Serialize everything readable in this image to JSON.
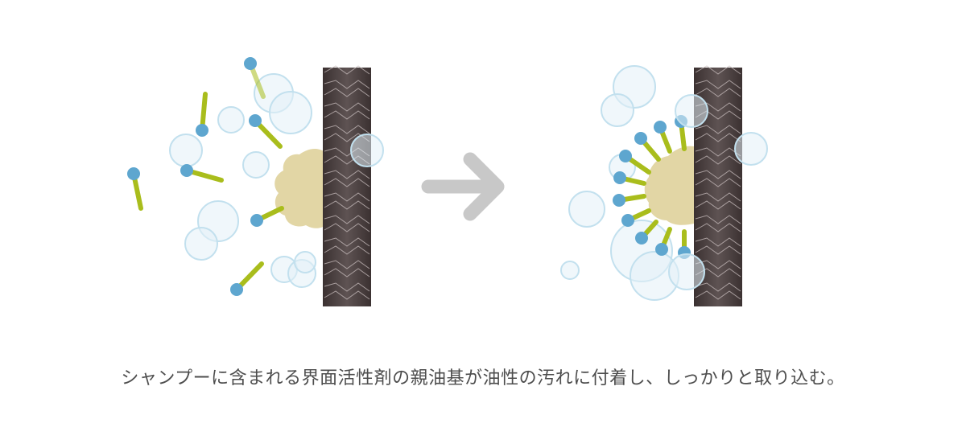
{
  "caption": "シャンプーに含まれる界面活性剤の親油基が油性の汚れに付着し、しっかりと取り込む。",
  "colors": {
    "hair": "#514646",
    "hair_texture": "#c9bfbf",
    "dirt": "#e2d6a5",
    "bubble_fill": "#e3f1f8",
    "bubble_stroke": "#c2e0ee",
    "surfactant_head": "#5ea6cf",
    "surfactant_tail": "#a9bd1c",
    "arrow": "#c8c8c8"
  },
  "panels": [
    {
      "name": "before",
      "label": ""
    },
    {
      "name": "after",
      "label": ""
    }
  ],
  "icons": {
    "arrow": "right-arrow-icon"
  }
}
